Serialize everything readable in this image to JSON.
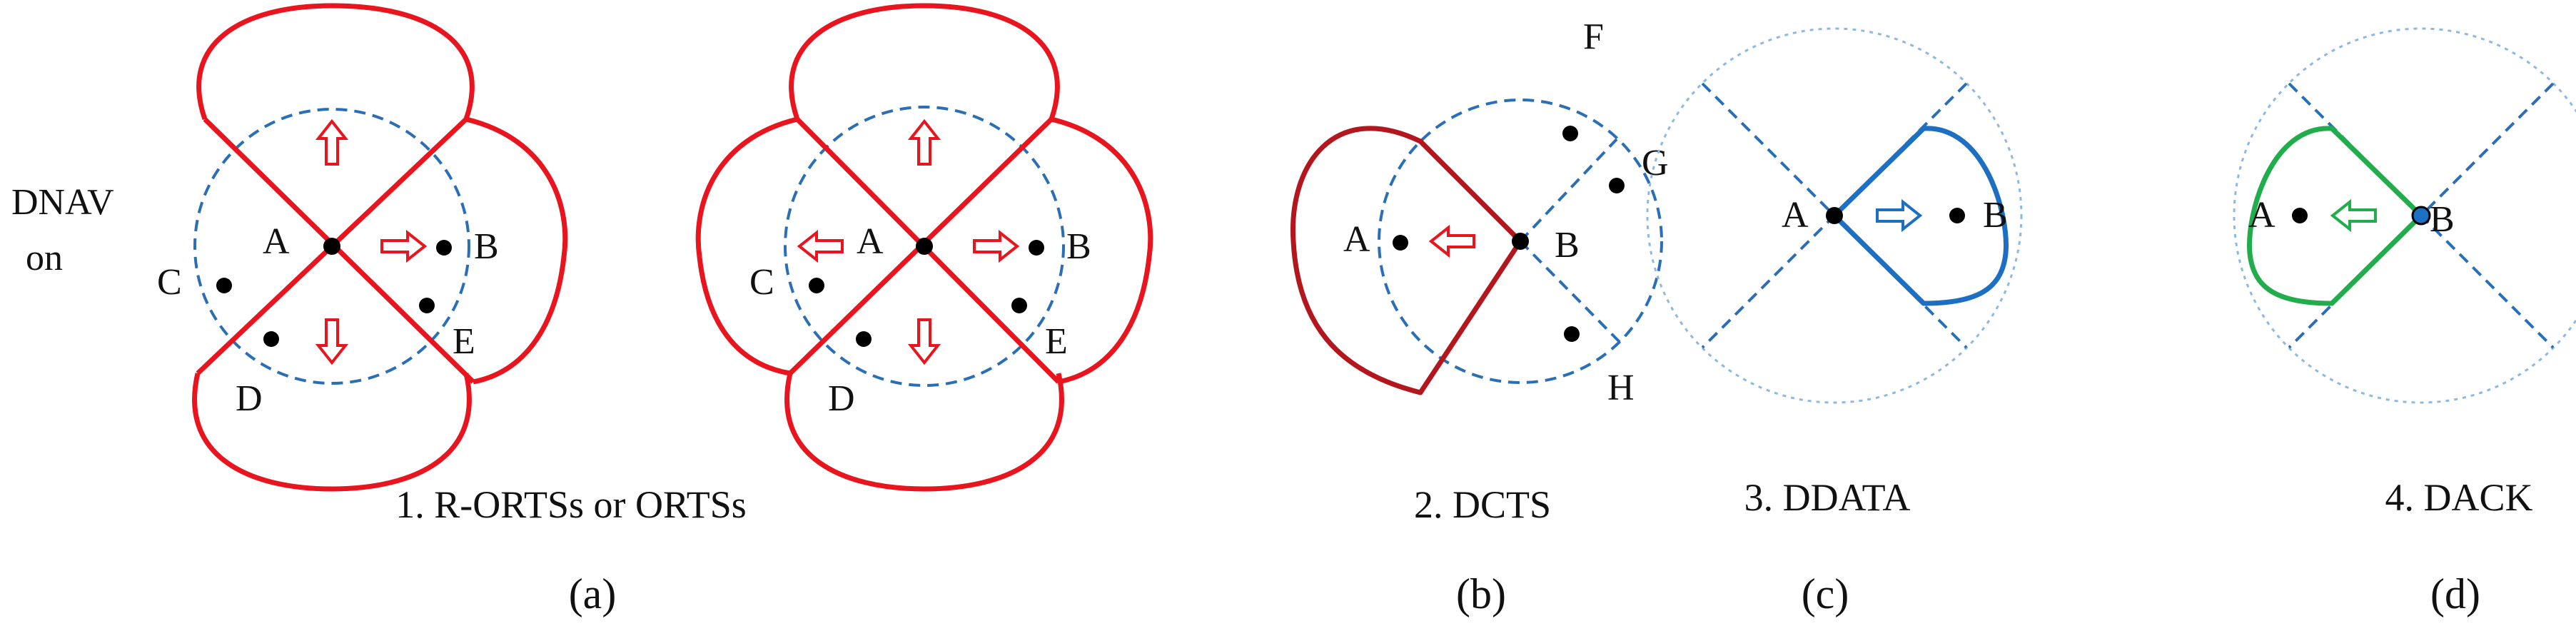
{
  "dnav_label": [
    "DNAV",
    "on"
  ],
  "panel_a": {
    "caption": "1. R-ORTSs or ORTSs",
    "sublabel": "(a)",
    "left_nodes": [
      "A",
      "B",
      "C",
      "D",
      "E"
    ],
    "right_nodes": [
      "A",
      "B",
      "C",
      "D",
      "E"
    ]
  },
  "panel_b": {
    "caption": "2. DCTS",
    "sublabel": "(b)",
    "nodes": [
      "A",
      "B",
      "F",
      "G",
      "H"
    ]
  },
  "panel_c": {
    "caption": "3. DDATA",
    "sublabel": "(c)",
    "nodes": [
      "A",
      "B"
    ]
  },
  "panel_d": {
    "caption": "4. DACK",
    "sublabel": "(d)",
    "nodes": [
      "A",
      "B"
    ]
  },
  "colors": {
    "orts_red": "#e8141e",
    "dcts_red": "#b3171d",
    "ddata_blue": "#1c6fc2",
    "dack_green": "#21ad4b",
    "range_dashed_blue": "#2a6fb5",
    "range_dotted_lightblue": "#8fb8e0"
  }
}
